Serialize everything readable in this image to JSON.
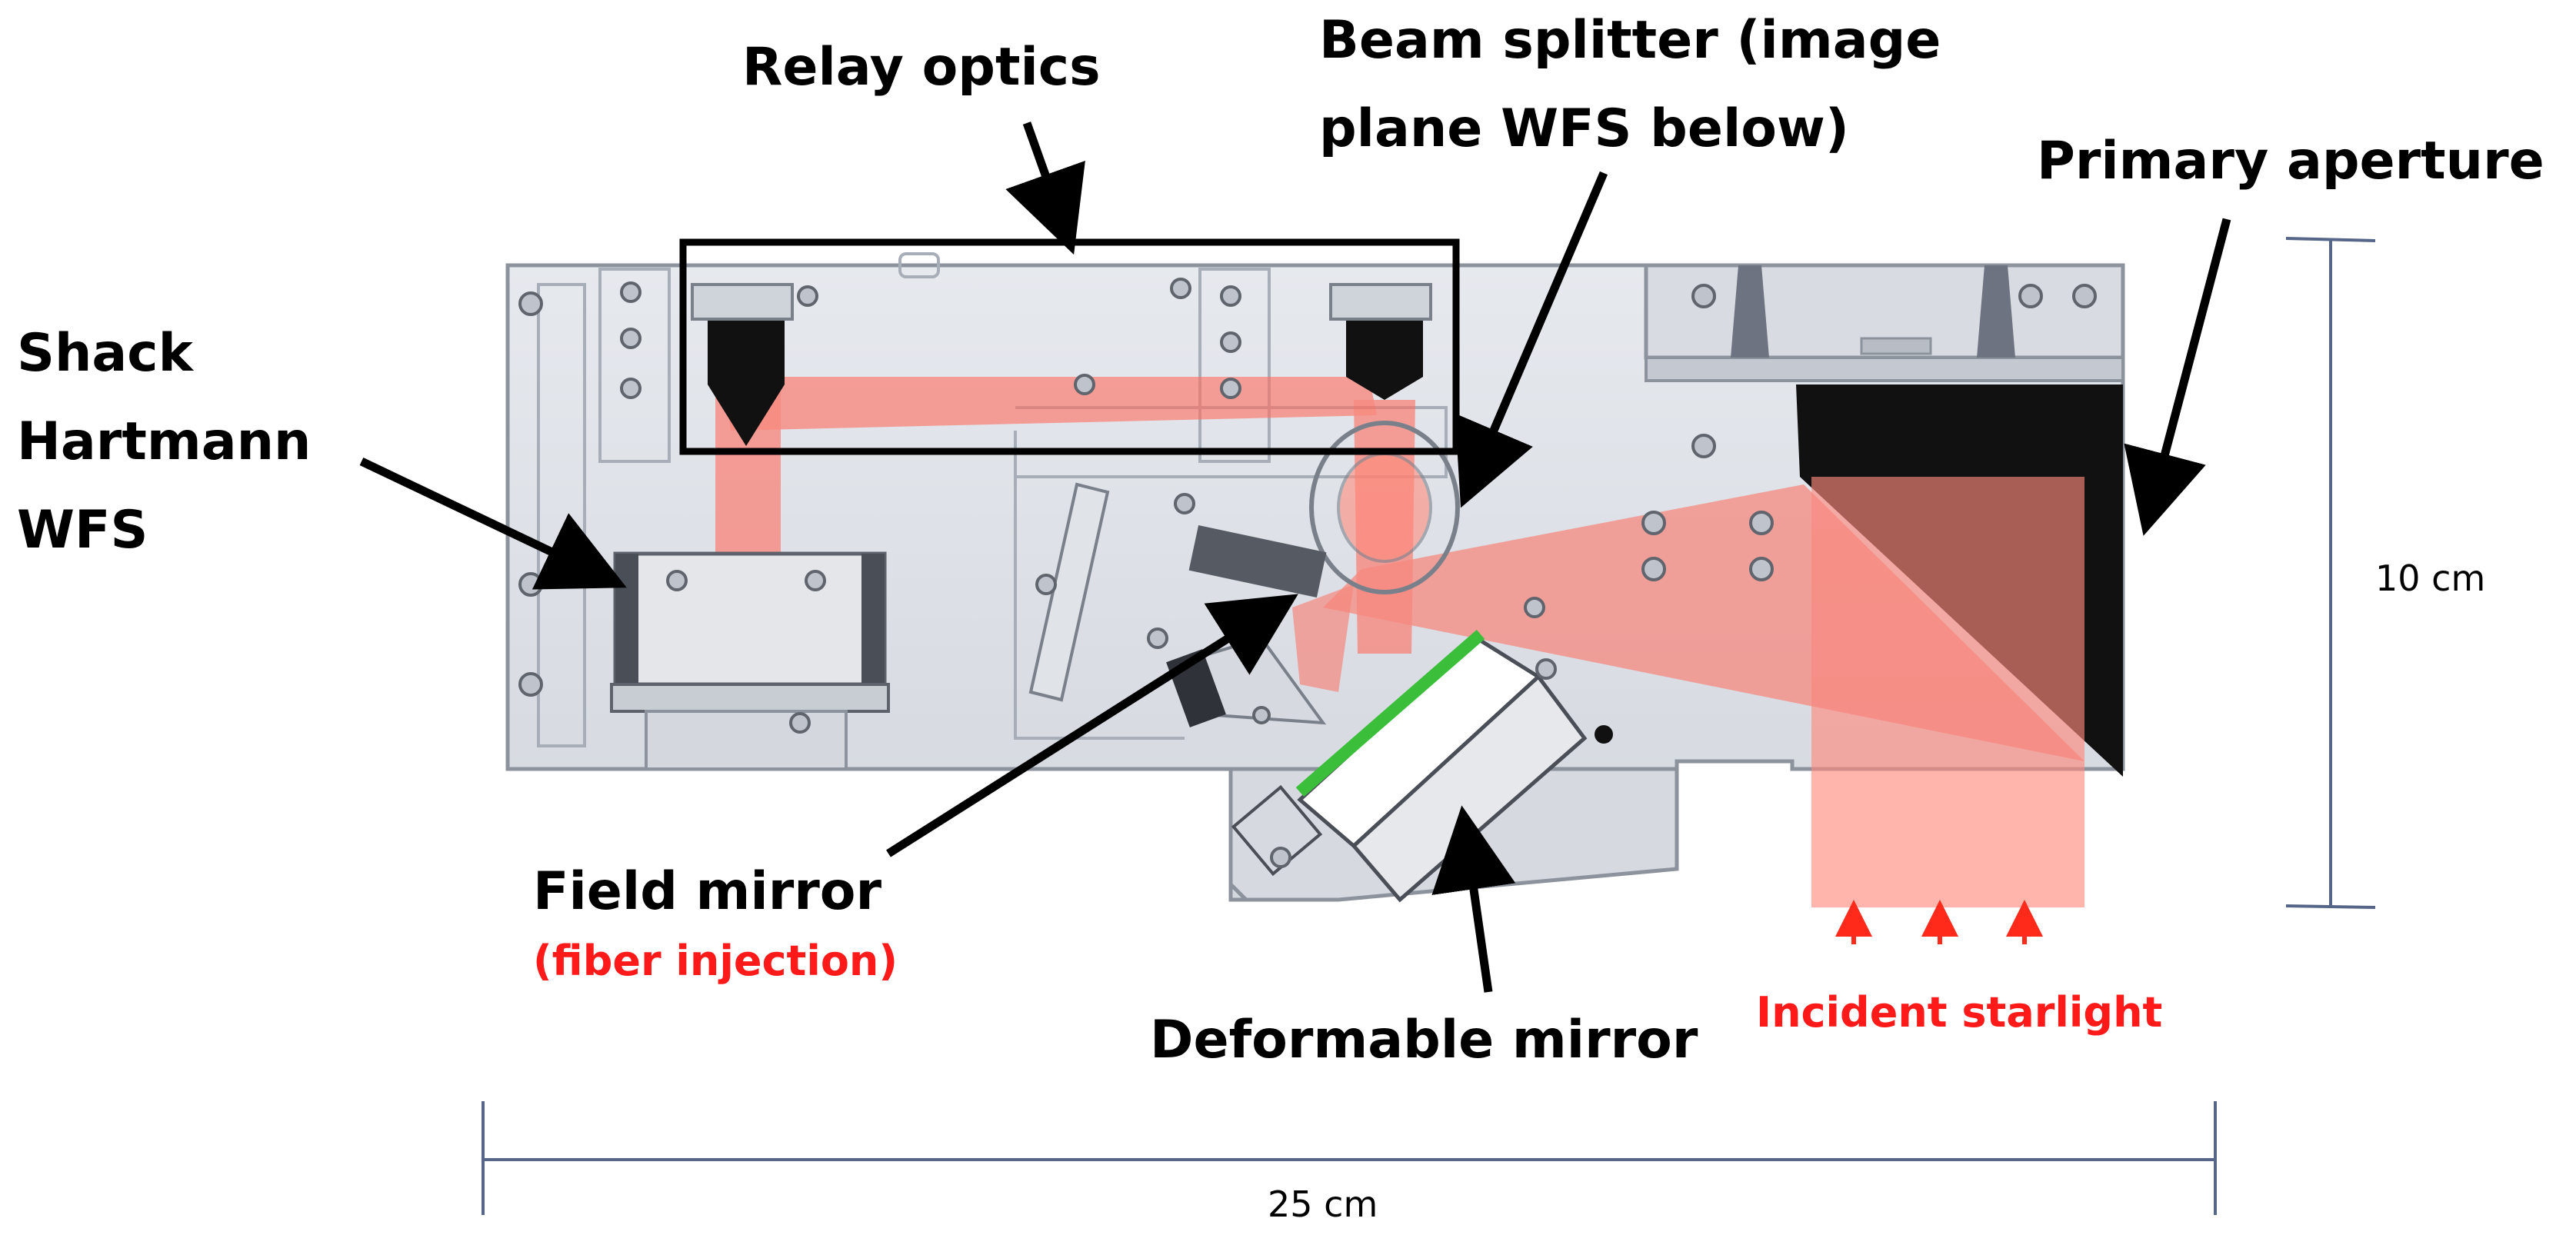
{
  "labels": {
    "relay_optics": "Relay optics",
    "beam_splitter_line1": "Beam splitter (image",
    "beam_splitter_line2": "plane WFS below)",
    "primary_aperture": "Primary aperture",
    "shack_line1": "Shack",
    "shack_line2": "Hartmann",
    "shack_line3": "WFS",
    "field_mirror": "Field mirror",
    "fiber_injection": "(fiber injection)",
    "deformable_mirror": "Deformable mirror",
    "incident_starlight": "Incident starlight",
    "height_dim": "10 cm",
    "width_dim": "25 cm"
  },
  "colors": {
    "beam": "#ff6b5c",
    "beam_light": "#ffb3a8",
    "plate": "#dde0e6",
    "plate_edge": "#9aa0aa",
    "label_red": "#ff1a1a",
    "dim_line": "#556688",
    "green_mirror": "#3bbf3b"
  },
  "icons": [
    "arrow-up-icon",
    "arrow-up-icon",
    "arrow-up-icon"
  ]
}
